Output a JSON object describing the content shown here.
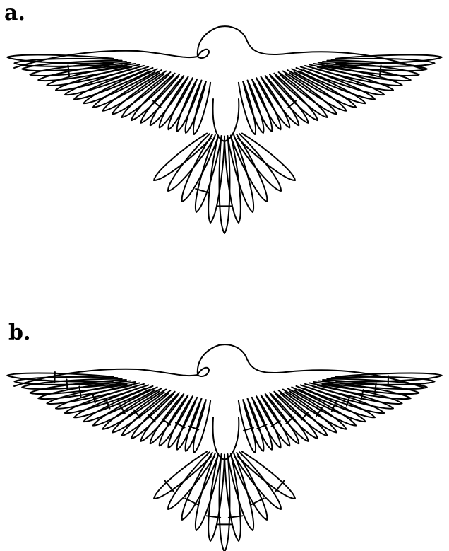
{
  "figure": {
    "panels": [
      {
        "label": "a.",
        "icon": "eagle-outline-icon",
        "feather_breaks": "sparse"
      },
      {
        "label": "b.",
        "icon": "eagle-outline-icon",
        "feather_breaks": "many"
      }
    ],
    "colors": {
      "stroke": "#000000",
      "background": "#ffffff"
    }
  }
}
